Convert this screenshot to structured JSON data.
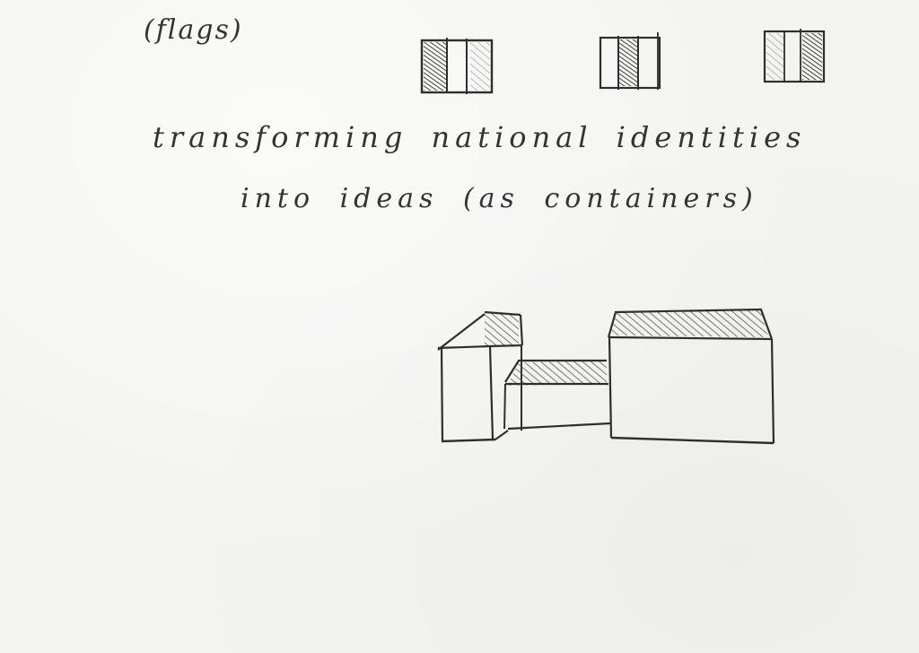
{
  "header_label": "(flags)",
  "caption": {
    "line1": "transforming national identities",
    "line2": "into ideas (as containers)"
  },
  "flags": [
    {
      "name": "flag-1",
      "shaded_stripe": "left"
    },
    {
      "name": "flag-2",
      "shaded_stripe": "middle"
    },
    {
      "name": "flag-3",
      "shaded_stripe": "left-and-right"
    }
  ],
  "colors": {
    "paper": "#f3f3f1",
    "pencil": "#2e2e2e",
    "hatch": "#555555"
  }
}
